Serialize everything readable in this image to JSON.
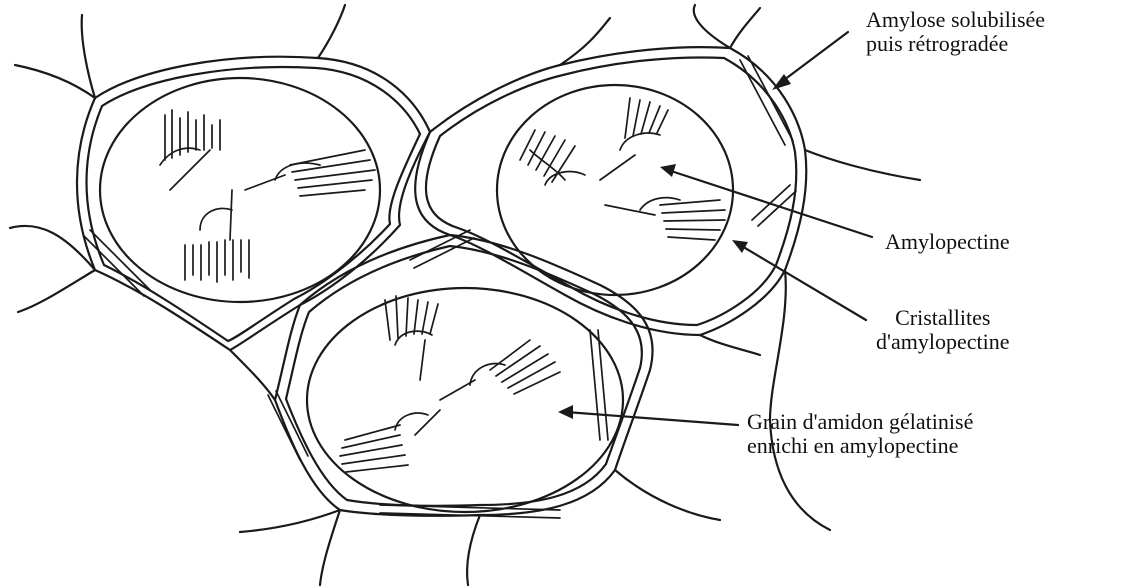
{
  "labels": {
    "amylose": [
      "Amylose solubilisée",
      "puis rétrogradée"
    ],
    "amylopectine": "Amylopectine",
    "cristallites": [
      "Cristallites",
      "d'amylopectine"
    ],
    "grain": [
      "Grain d'amidon gélatinisé",
      "enrichi en amylopectine"
    ]
  },
  "colors": {
    "ink": "#1a1a1a",
    "background": "#ffffff"
  }
}
